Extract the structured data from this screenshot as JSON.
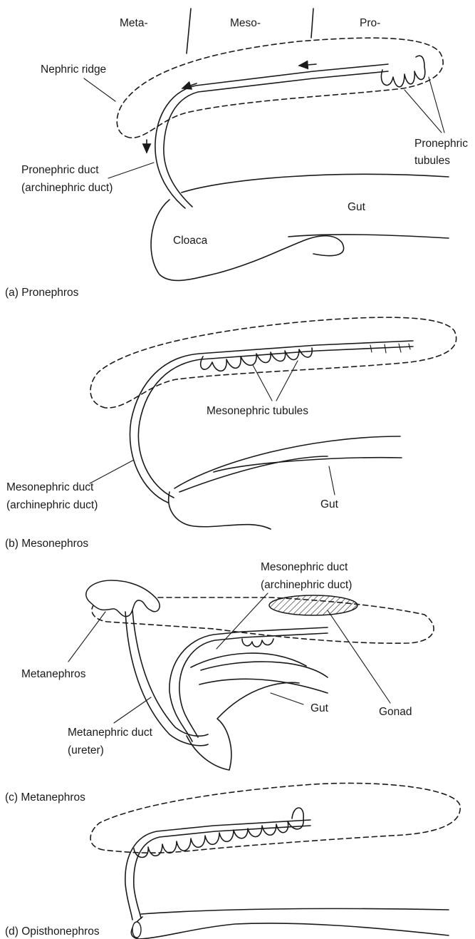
{
  "panel_a": {
    "region_meta": "Meta-",
    "region_meso": "Meso-",
    "region_pro": "Pro-",
    "nephric_ridge": "Nephric ridge",
    "pronephric_tubules_1": "Pronephric",
    "pronephric_tubules_2": "tubules",
    "pronephric_duct_1": "Pronephric duct",
    "pronephric_duct_2": "(archinephric duct)",
    "gut": "Gut",
    "cloaca": "Cloaca",
    "caption": "(a) Pronephros"
  },
  "panel_b": {
    "mesonephric_tubules": "Mesonephric tubules",
    "mesonephric_duct_1": "Mesonephric duct",
    "mesonephric_duct_2": "(archinephric duct)",
    "gut": "Gut",
    "caption": "(b) Mesonephros"
  },
  "panel_c": {
    "mesonephric_duct_1": "Mesonephric duct",
    "mesonephric_duct_2": "(archinephric duct)",
    "metanephros": "Metanephros",
    "metanephric_duct_1": "Metanephric duct",
    "metanephric_duct_2": "(ureter)",
    "gut": "Gut",
    "gonad": "Gonad",
    "caption": "(c) Metanephros"
  },
  "panel_d": {
    "caption": "(d) Opisthonephros"
  }
}
